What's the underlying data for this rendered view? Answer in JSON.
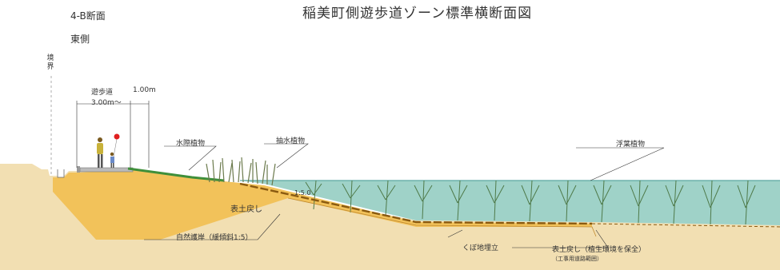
{
  "title": "稲美町側遊歩道ゾーン標準横断面図",
  "section_code": "4-B断面",
  "section_side": "東側",
  "boundary": "境界",
  "walkway": {
    "name": "遊歩道",
    "width": "3.00m～",
    "margin": "1.00m"
  },
  "labels": {
    "waterside_plants": "水際植物",
    "emergent_plants": "抽水植物",
    "floating_plants": "浮葉植物",
    "slope_ratio": "1:5.0",
    "topsoil_return_1": "表土戻し",
    "natural_revetment": "自然護岸（緩傾斜1:5）",
    "depression_fill": "くぼ地埋立",
    "topsoil_return_2": "表土戻し（植生環境を保全）",
    "construction_road": "（工事用道路範囲）"
  },
  "colors": {
    "embankment": "#f2c25a",
    "ground": "#f2dfb2",
    "water": "#9fd2c8",
    "grass": "#3f8f3a",
    "reeds": "#6b7a4c",
    "topsoil_line": "#8a5a10",
    "balloon": "#e02020",
    "person": "#c8b23a"
  }
}
